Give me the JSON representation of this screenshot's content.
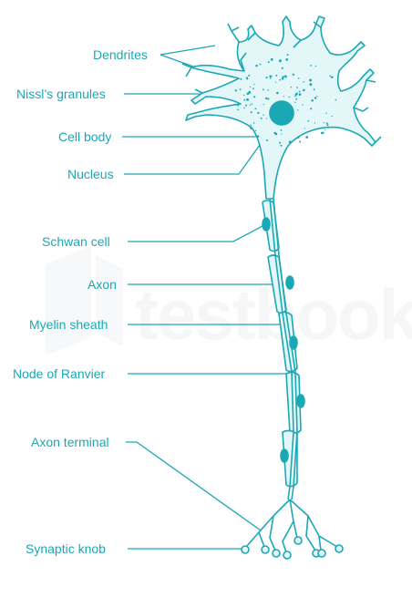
{
  "diagram": {
    "labels": {
      "dendrites": "Dendrites",
      "nissl": "Nissl’s granules",
      "cell_body": "Cell body",
      "nucleus": "Nucleus",
      "schwann": "Schwan cell",
      "axon": "Axon",
      "myelin": "Myelin sheath",
      "node": "Node of Ranvier",
      "axon_terminal": "Axon terminal",
      "synaptic_knob": "Synaptic knob"
    },
    "watermark": "testbook"
  },
  "colors": {
    "label": "#1ba8b5",
    "stroke": "#1ba8b5",
    "fill": "#e3f7f8",
    "nucleus": "#1ba8b5",
    "watermark": "#7f8fa0"
  }
}
